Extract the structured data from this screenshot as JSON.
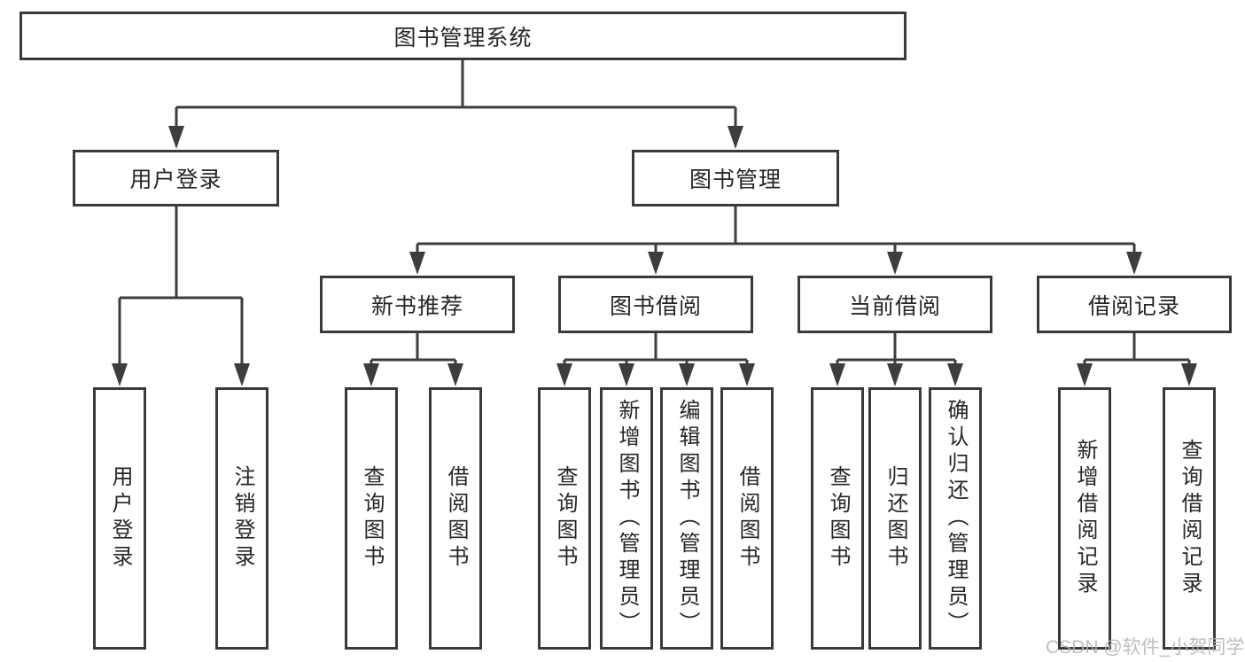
{
  "diagram": {
    "title": "图书管理系统",
    "nodes": {
      "root": "图书管理系统",
      "user_login": "用户登录",
      "book_mgmt": "图书管理",
      "new_book": "新书推荐",
      "book_borrow": "图书借阅",
      "current_borrow": "当前借阅",
      "borrow_record": "借阅记录",
      "leaves": {
        "user_login": [
          "用户登录",
          "注销登录"
        ],
        "new_book": [
          "查询图书",
          "借阅图书"
        ],
        "book_borrow": [
          "查询图书",
          "新增图书（管理员）",
          "编辑图书（管理员）",
          "借阅图书"
        ],
        "current_borrow": [
          "查询图书",
          "归还图书",
          "确认归还（管理员）"
        ],
        "borrow_record": [
          "新增借阅记录",
          "查询借阅记录"
        ]
      }
    },
    "colors": {
      "background": "#ffffff",
      "box_border": "#3a3a3a",
      "connector_line": "#3d3d3d",
      "text": "#262626",
      "watermark_text": "#b3b3b3"
    }
  },
  "watermark": "CSDN @软件_小贺同学"
}
